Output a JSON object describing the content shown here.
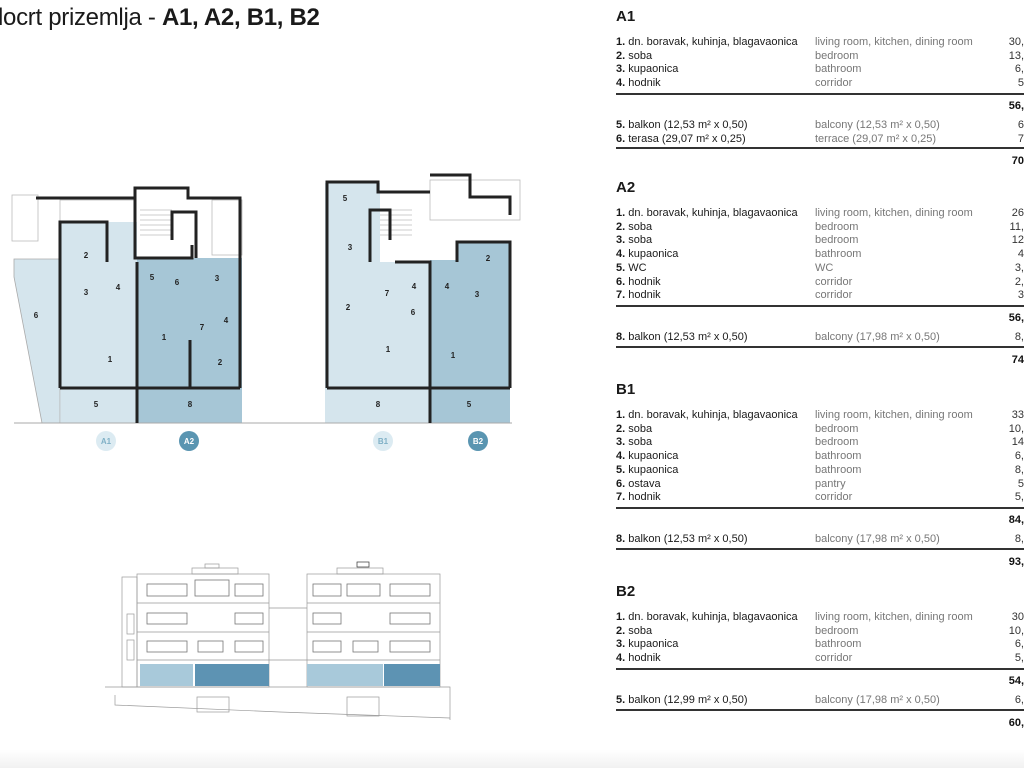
{
  "title": {
    "prefix": "locrt prizemlja - ",
    "units": "A1, A2, B1, B2"
  },
  "plan": {
    "unit_labels": [
      "A1",
      "A2",
      "B1",
      "B2"
    ],
    "rooms": {
      "A1": [
        "2",
        "3",
        "4",
        "1",
        "5",
        "6"
      ],
      "A2": [
        "5",
        "6",
        "3",
        "1",
        "7",
        "4",
        "2",
        "8"
      ],
      "B1": [
        "5",
        "3",
        "2",
        "7",
        "4",
        "6",
        "1",
        "8"
      ],
      "B2": [
        "2",
        "4",
        "3",
        "1",
        "5"
      ]
    },
    "colors": {
      "light": "#d5e5ed",
      "dark": "#a6c6d6",
      "badge_light": "#dcebf2",
      "badge_dark": "#5a95b1"
    }
  },
  "tables": [
    {
      "heading": "A1",
      "rows": [
        {
          "num": "1.",
          "hr": "dn. boravak, kuhinja, blagavaonica",
          "en": "living room, kitchen, dining room",
          "val": "30,"
        },
        {
          "num": "2.",
          "hr": "soba",
          "en": "bedroom",
          "val": "13,"
        },
        {
          "num": "3.",
          "hr": "kupaonica",
          "en": "bathroom",
          "val": "6,"
        },
        {
          "num": "4.",
          "hr": "hodnik",
          "en": "corridor",
          "val": "5"
        }
      ],
      "subtotal": "56,",
      "extras": [
        {
          "num": "5.",
          "hr": "balkon (12,53 m² x 0,50)",
          "en": "balcony (12,53 m² x 0,50)",
          "val": "6"
        },
        {
          "num": "6.",
          "hr": "terasa (29,07 m² x 0,25)",
          "en": "terrace (29,07 m² x 0,25)",
          "val": "7"
        }
      ],
      "total": "70"
    },
    {
      "heading": "A2",
      "rows": [
        {
          "num": "1.",
          "hr": "dn. boravak, kuhinja, blagavaonica",
          "en": "living room, kitchen, dining room",
          "val": "26"
        },
        {
          "num": "2.",
          "hr": "soba",
          "en": "bedroom",
          "val": "11,"
        },
        {
          "num": "3.",
          "hr": "soba",
          "en": "bedroom",
          "val": "12"
        },
        {
          "num": "4.",
          "hr": "kupaonica",
          "en": "bathroom",
          "val": "4"
        },
        {
          "num": "5.",
          "hr": "WC",
          "en": "WC",
          "val": "3,"
        },
        {
          "num": "6.",
          "hr": "hodnik",
          "en": "corridor",
          "val": "2,"
        },
        {
          "num": "7.",
          "hr": "hodnik",
          "en": "corridor",
          "val": "3"
        }
      ],
      "subtotal": "56,",
      "extras": [
        {
          "num": "8.",
          "hr": "balkon (12,53 m² x 0,50)",
          "en": "balcony (17,98 m² x 0,50)",
          "val": "8,"
        }
      ],
      "total": "74"
    },
    {
      "heading": "B1",
      "rows": [
        {
          "num": "1.",
          "hr": "dn. boravak, kuhinja, blagavaonica",
          "en": "living room, kitchen, dining room",
          "val": "33"
        },
        {
          "num": "2.",
          "hr": "soba",
          "en": "bedroom",
          "val": "10,"
        },
        {
          "num": "3.",
          "hr": "soba",
          "en": "bedroom",
          "val": "14"
        },
        {
          "num": "4.",
          "hr": "kupaonica",
          "en": "bathroom",
          "val": "6,"
        },
        {
          "num": "5.",
          "hr": "kupaonica",
          "en": "bathroom",
          "val": "8,"
        },
        {
          "num": "6.",
          "hr": "ostava",
          "en": "pantry",
          "val": "5"
        },
        {
          "num": "7.",
          "hr": "hodnik",
          "en": "corridor",
          "val": "5,"
        }
      ],
      "subtotal": "84,",
      "extras": [
        {
          "num": "8.",
          "hr": "balkon (12,53 m² x 0,50)",
          "en": "balcony (17,98 m² x 0,50)",
          "val": "8,"
        }
      ],
      "total": "93,"
    },
    {
      "heading": "B2",
      "rows": [
        {
          "num": "1.",
          "hr": "dn. boravak, kuhinja, blagavaonica",
          "en": "living room, kitchen, dining room",
          "val": "30"
        },
        {
          "num": "2.",
          "hr": "soba",
          "en": "bedroom",
          "val": "10,"
        },
        {
          "num": "3.",
          "hr": "kupaonica",
          "en": "bathroom",
          "val": "6,"
        },
        {
          "num": "4.",
          "hr": "hodnik",
          "en": "corridor",
          "val": "5,"
        }
      ],
      "subtotal": "54,",
      "extras": [
        {
          "num": "5.",
          "hr": "balkon (12,99 m² x 0,50)",
          "en": "balcony (17,98 m² x 0,50)",
          "val": "6,"
        }
      ],
      "total": "60,"
    }
  ]
}
